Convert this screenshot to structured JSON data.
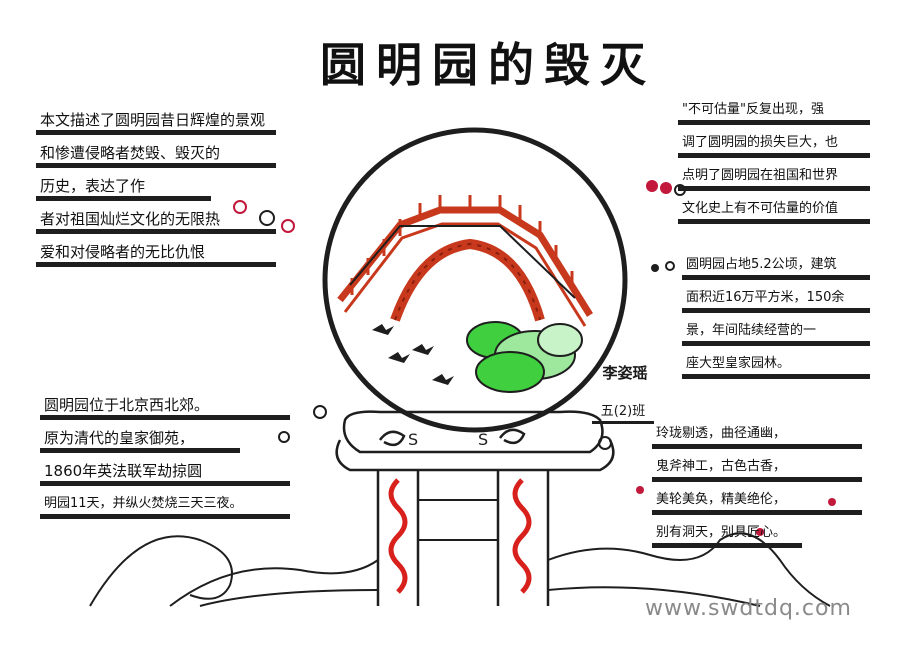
{
  "title": "圆明园的毁灭",
  "left_top_lines": [
    "本文描述了圆明园昔日辉煌的景观",
    "和惨遭侵略者焚毁、毁灭的",
    "历史，表达了作",
    "者对祖国灿烂文化的无限热",
    "爱和对侵略者的无比仇恨"
  ],
  "left_bottom_lines": [
    "圆明园位于北京西北郊。",
    "原为清代的皇家御苑，",
    "1860年英法联军劫掠圆",
    "明园11天，并纵火焚烧三天三夜。"
  ],
  "right_top_lines": [
    "\"不可估量\"反复出现，强",
    "调了圆明园的损失巨大，也",
    "点明了圆明园在祖国和世界",
    "文化史上有不可估量的价值"
  ],
  "right_middle_lines": [
    "圆明园占地5.2公顷，建筑",
    "面积近16万平方米，150余",
    "景，年间陆续经营的一",
    "座大型皇家园林。"
  ],
  "right_bottom_lines": [
    "玲珑剔透，曲径通幽，",
    "鬼斧神工，古色古香，",
    "美轮美奂，精美绝伦，",
    "别有洞天，别具匠心。"
  ],
  "author": {
    "name": "李姿瑶",
    "class": "五(2)班"
  },
  "watermark": "www.swdtdq.com",
  "colors": {
    "ink": "#1e1e1e",
    "bridge_red": "#c8381c",
    "greenery": "#3fcf3f",
    "dots": "#c2183c"
  }
}
